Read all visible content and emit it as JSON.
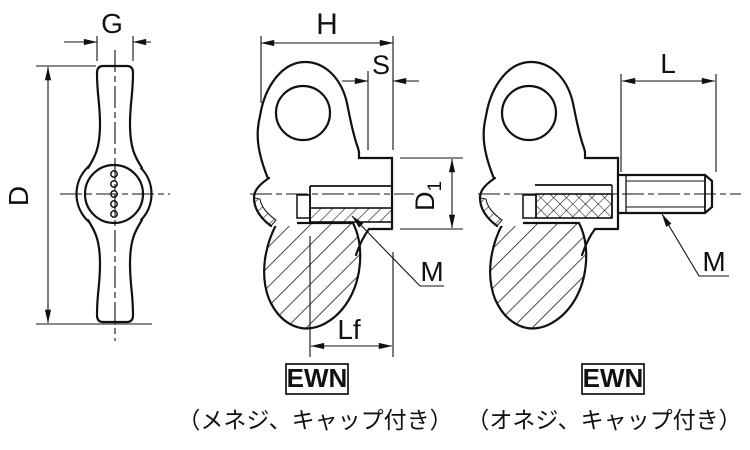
{
  "colors": {
    "background": "#ffffff",
    "line": "#111111"
  },
  "front_view": {
    "width_dim": "G",
    "height_dim": "D"
  },
  "female_view": {
    "overall_width_dim": "H",
    "boss_width_dim": "S",
    "hub_dia_dim_base": "D",
    "hub_dia_dim_sub": "1",
    "thread_dim": "M",
    "thread_depth_dim": "Lf",
    "model_badge": "EWN",
    "caption": "（メネジ、キャップ付き）"
  },
  "male_view": {
    "stud_length_dim": "L",
    "thread_dim": "M",
    "model_badge": "EWN",
    "caption": "（オネジ、キャップ付き）"
  }
}
